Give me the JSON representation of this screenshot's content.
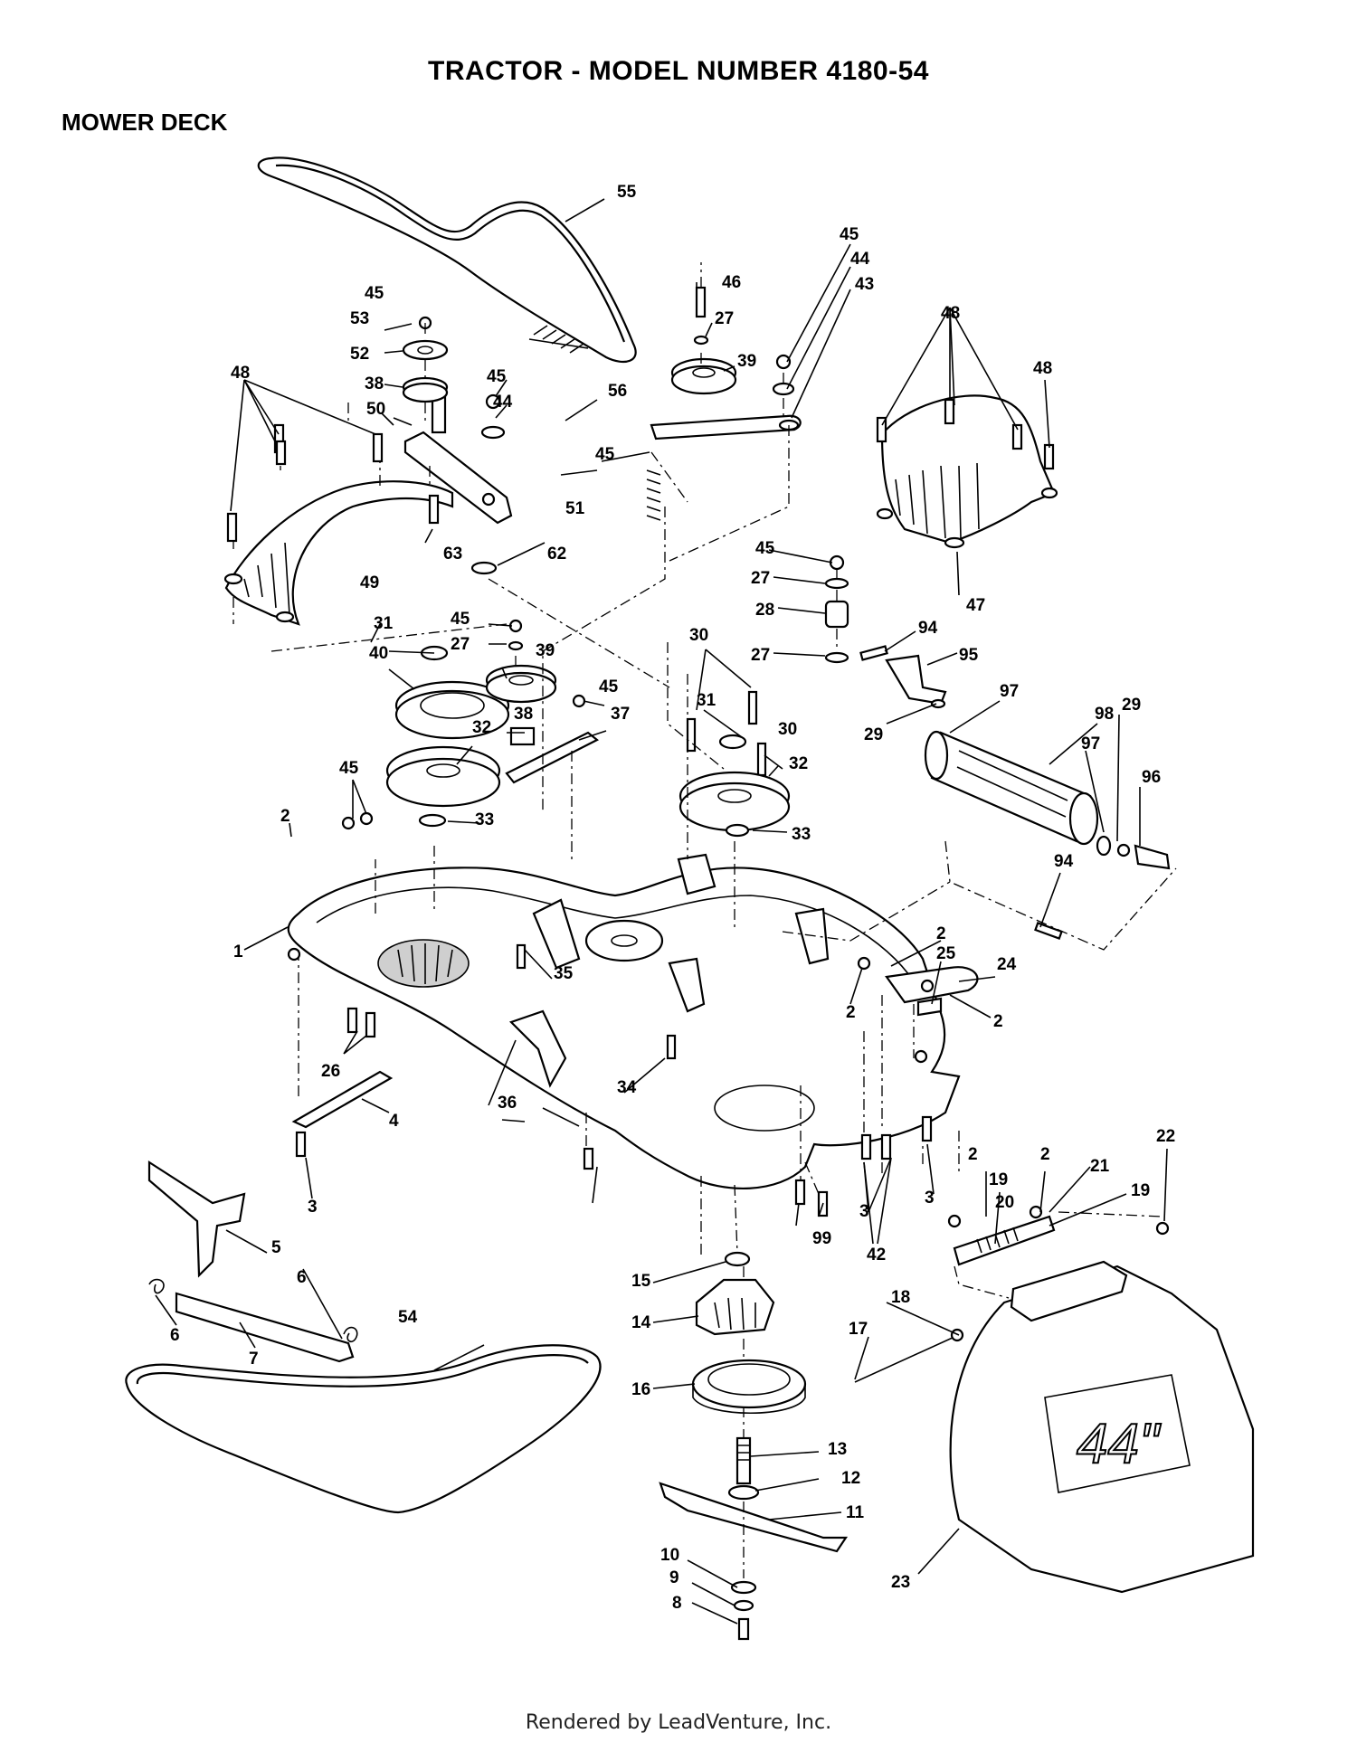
{
  "title": "TRACTOR - MODEL NUMBER 4180-54",
  "section": "MOWER DECK",
  "footer": "Rendered by LeadVenture, Inc.",
  "callouts": [
    "1",
    "2",
    "3",
    "4",
    "5",
    "6",
    "7",
    "8",
    "9",
    "10",
    "11",
    "12",
    "13",
    "14",
    "15",
    "16",
    "17",
    "18",
    "19",
    "20",
    "21",
    "22",
    "23",
    "24",
    "25",
    "26",
    "27",
    "28",
    "29",
    "30",
    "31",
    "32",
    "33",
    "34",
    "35",
    "36",
    "37",
    "38",
    "39",
    "40",
    "42",
    "43",
    "44",
    "45",
    "46",
    "47",
    "48",
    "49",
    "50",
    "51",
    "52",
    "53",
    "54",
    "55",
    "56",
    "62",
    "63",
    "94",
    "95",
    "96",
    "97",
    "98",
    "99"
  ],
  "deck_badge": "44\""
}
